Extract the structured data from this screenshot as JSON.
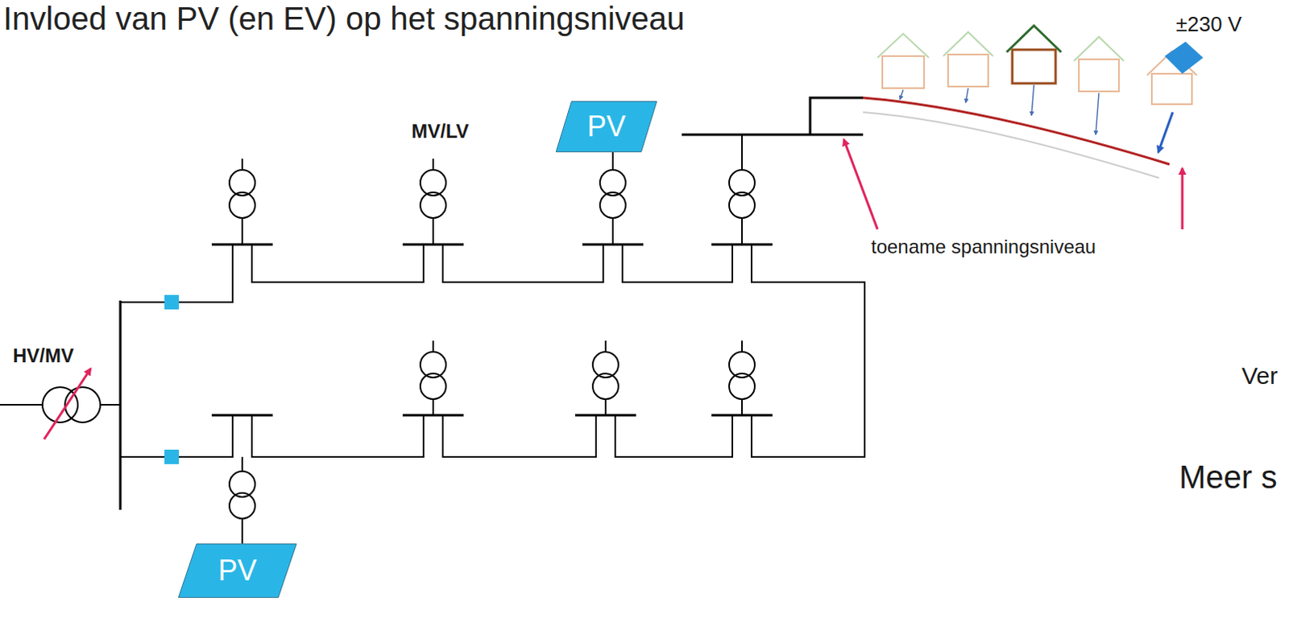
{
  "diagram": {
    "title": "Invloed van PV (en EV) op het spanningsniveau",
    "nodes": [
      {
        "text": [
          "PV"
        ]
      },
      {
        "text": [
          "PV"
        ]
      }
    ],
    "labels": [
      "MV/LV",
      "HV/MV",
      "±230 V",
      "toename spanningsniveau",
      "Ver",
      "Meer s"
    ]
  }
}
